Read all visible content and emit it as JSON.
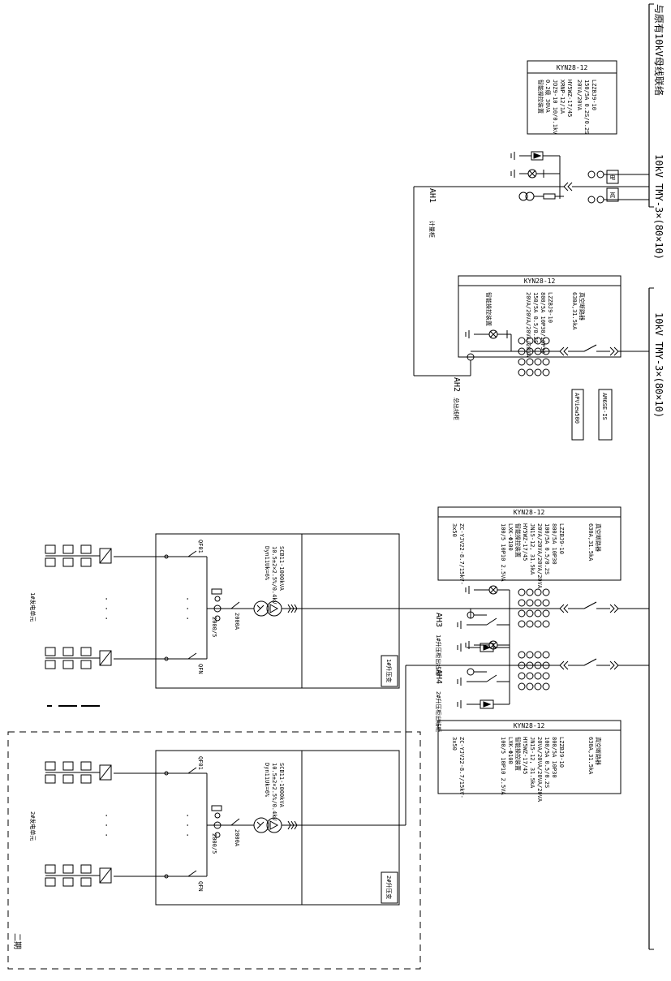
{
  "bus_labels": {
    "top": "与原有10kV母线联络",
    "upper": "10kV  TMY-3×(80×10)",
    "lower": "10kV  TMY-3×(80×10)"
  },
  "cabinet_model": "KYN28-12",
  "cabinets": [
    {
      "id": "AH1",
      "name": "计量柜",
      "specs": [
        "LZZBJ9-10",
        "150/5A 0.2S/0.2S",
        "20VA/20VA",
        "HY5WZ-17/45",
        "XRNP-12/1A",
        "JDZ9-10 10/0.1kV",
        "0.2级 30VA",
        "智能操控装置"
      ],
      "meter_labels": [
        "电",
        "高"
      ]
    },
    {
      "id": "AH2",
      "name": "总出线柜",
      "specs": [
        "LZZBJ9-10",
        "800/5A 10P30/10P30",
        "150/5A 0.5/0.2S",
        "20VA/20VA/20VA/20VA",
        "智能操控装置"
      ],
      "breaker": "真空断路器",
      "breaker_rating": "630A,31.5kA",
      "devices": [
        "AM6SE-IS",
        "APView500"
      ]
    },
    {
      "id": "AH3",
      "name": "1#升压柜出线柜",
      "specs": [
        "LZZBJ9-10",
        "800/5A 10P30",
        "100/5A 0.5/0.2S",
        "20VA/20VA/20VA/20VA",
        "JN15-12, 31.5kA",
        "HY5WZ-17/45",
        "智能操控装置",
        "LXK-Φ100",
        "100/5 10P10 2.5VA",
        "ZC-YJV22-8.7/15kV-",
        "3x50"
      ],
      "breaker": "真空断路器",
      "breaker_rating": "630A,31.5kA",
      "transformer": [
        "SCB11-1000kVA",
        "10.5±2×2.5%/0.4kV",
        "Dyn11Uk=6%"
      ],
      "lv_breaker": "2000A",
      "lv_ct": "2000/5",
      "feeders": [
        "QF01",
        "QFN"
      ],
      "station_label": "1#升压变",
      "unit_label": "1#发电单元",
      "dots": "·  ·  ·"
    },
    {
      "id": "AH4",
      "name": "2#升压柜出线柜",
      "specs": [
        "LZZBJ9-10",
        "800/5A 10P30",
        "100/5A 0.5/0.2S",
        "20VA/20VA/20VA/20VA",
        "JN15-12, 31.5kA",
        "HY5WZ-17/45",
        "智能操控装置",
        "LXK-Φ100",
        "100/5 10P10 2.5VA",
        "ZC-YJV22-8.7/15kV-",
        "3x50"
      ],
      "breaker": "真空断路器",
      "breaker_rating": "630A,31.5kA",
      "transformer": [
        "SCB11-1000kVA",
        "10.5±2×2.5%/0.4kV",
        "Dyn11Uk=6%"
      ],
      "lv_breaker": "2000A",
      "lv_ct": "2000/5",
      "feeders": [
        "QF01",
        "QFN"
      ],
      "station_label": "2#升压变",
      "unit_label": "2#发电单元",
      "dots": "·  ·  ·"
    }
  ],
  "phase_label": "二期"
}
